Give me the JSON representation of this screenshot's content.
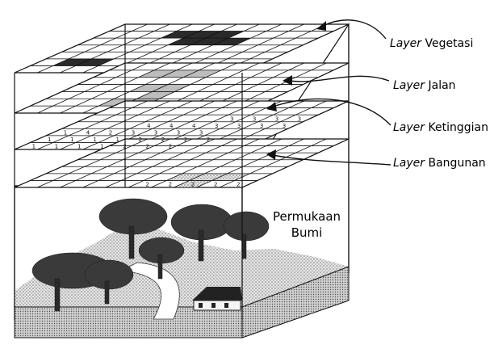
{
  "labels": [
    {
      "italic": "Layer",
      "rest": "Vegetasi"
    },
    {
      "italic": "Layer",
      "rest": "Jalan"
    },
    {
      "italic": "Layer",
      "rest": "Ketinggian"
    },
    {
      "italic": "Layer",
      "rest": "Bangunan"
    }
  ],
  "surface": {
    "line1": "Permukaan",
    "line2": "Bumi"
  },
  "elevation_values": {
    "row1": [
      "3",
      "3",
      "3",
      "3"
    ],
    "row2": [
      "4",
      "4",
      "4",
      "3",
      "3",
      "3",
      "3"
    ],
    "row3": [
      "1",
      "4",
      "2",
      "3",
      "3",
      "3",
      "3"
    ],
    "row4": [
      "1",
      "1",
      "1",
      "1",
      "2",
      "2",
      "2",
      "2"
    ],
    "row5": [
      "1",
      "1",
      "1",
      "1",
      "2",
      "2",
      "2"
    ]
  },
  "building_values": [
    "2",
    "2",
    "2",
    "2",
    "2"
  ],
  "colors": {
    "line": "#111111",
    "dark_cell": "#2a2a2a",
    "grey_cell": "#bdbdbd",
    "ground": "#d4d4d4",
    "tree": "#3a3a3a"
  }
}
